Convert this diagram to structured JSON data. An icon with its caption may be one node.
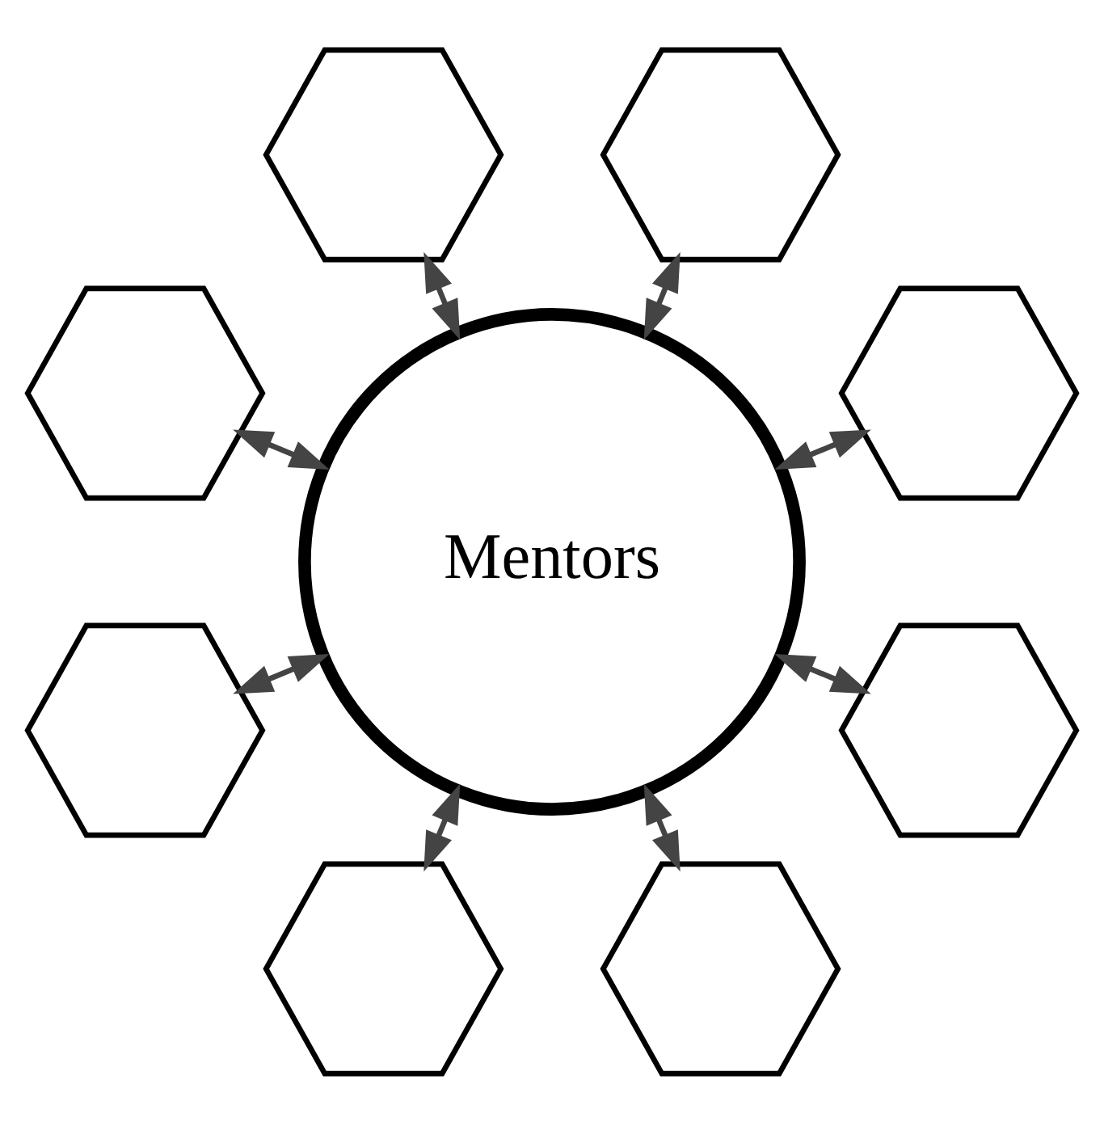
{
  "diagram": {
    "nodes": [
      {
        "text": [
          "Mentors"
        ]
      },
      {
        "text": [],
        "shape": "hexagon"
      },
      {
        "text": [],
        "shape": "hexagon"
      },
      {
        "text": [],
        "shape": "hexagon"
      },
      {
        "text": [],
        "shape": "hexagon"
      },
      {
        "text": [],
        "shape": "hexagon"
      },
      {
        "text": [],
        "shape": "hexagon"
      },
      {
        "text": [],
        "shape": "hexagon"
      },
      {
        "text": [],
        "shape": "hexagon"
      }
    ],
    "edges": [
      {
        "from": 1,
        "to": 0,
        "arrow": "both"
      },
      {
        "from": 2,
        "to": 0,
        "arrow": "both"
      },
      {
        "from": 3,
        "to": 0,
        "arrow": "both"
      },
      {
        "from": 4,
        "to": 0,
        "arrow": "both"
      },
      {
        "from": 5,
        "to": 0,
        "arrow": "both"
      },
      {
        "from": 6,
        "to": 0,
        "arrow": "both"
      },
      {
        "from": 7,
        "to": 0,
        "arrow": "both"
      },
      {
        "from": 8,
        "to": 0,
        "arrow": "both"
      }
    ]
  }
}
